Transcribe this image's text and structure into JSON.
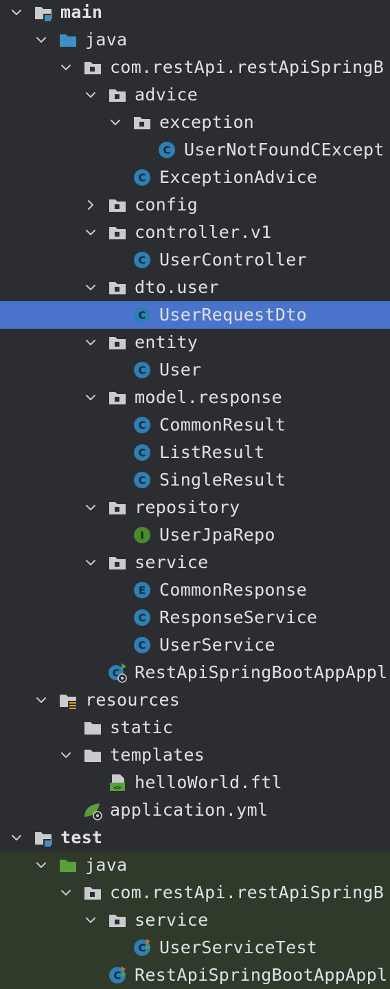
{
  "colors": {
    "background": "#2b2d30",
    "selected_row": "#4a74cc",
    "test_row": "#2f3a2b",
    "text": "#dfe1e5",
    "folder_gray": "#c9cbcf",
    "folder_blue": "#3d8fc6",
    "folder_green": "#5aa03a",
    "class_badge": "#2e7fb3",
    "interface_badge": "#4a8a2e",
    "spring_green": "#5aa03a"
  },
  "tree": [
    {
      "label": "main",
      "icon": "source-root-folder-icon",
      "expanded": true,
      "depth": 0,
      "bold": true
    },
    {
      "label": "java",
      "icon": "java-source-folder-icon",
      "expanded": true,
      "depth": 1
    },
    {
      "label": "com.restApi.restApiSpringB",
      "icon": "package-icon",
      "expanded": true,
      "depth": 2
    },
    {
      "label": "advice",
      "icon": "package-icon",
      "expanded": true,
      "depth": 3
    },
    {
      "label": "exception",
      "icon": "package-icon",
      "expanded": true,
      "depth": 4
    },
    {
      "label": "UserNotFoundCExcept",
      "icon": "class-icon",
      "depth": 5
    },
    {
      "label": "ExceptionAdvice",
      "icon": "class-icon",
      "depth": 4
    },
    {
      "label": "config",
      "icon": "package-icon",
      "expanded": false,
      "depth": 3
    },
    {
      "label": "controller.v1",
      "icon": "package-icon",
      "expanded": true,
      "depth": 3
    },
    {
      "label": "UserController",
      "icon": "class-icon",
      "depth": 4
    },
    {
      "label": "dto.user",
      "icon": "package-icon",
      "expanded": true,
      "depth": 3
    },
    {
      "label": "UserRequestDto",
      "icon": "class-icon",
      "depth": 4,
      "selected": true
    },
    {
      "label": "entity",
      "icon": "package-icon",
      "expanded": true,
      "depth": 3
    },
    {
      "label": "User",
      "icon": "class-icon",
      "depth": 4
    },
    {
      "label": "model.response",
      "icon": "package-icon",
      "expanded": true,
      "depth": 3
    },
    {
      "label": "CommonResult",
      "icon": "class-icon",
      "depth": 4
    },
    {
      "label": "ListResult",
      "icon": "class-icon",
      "depth": 4
    },
    {
      "label": "SingleResult",
      "icon": "class-icon",
      "depth": 4
    },
    {
      "label": "repository",
      "icon": "package-icon",
      "expanded": true,
      "depth": 3
    },
    {
      "label": "UserJpaRepo",
      "icon": "interface-icon",
      "depth": 4
    },
    {
      "label": "service",
      "icon": "package-icon",
      "expanded": true,
      "depth": 3
    },
    {
      "label": "CommonResponse",
      "icon": "enum-icon",
      "depth": 4
    },
    {
      "label": "ResponseService",
      "icon": "class-icon",
      "depth": 4
    },
    {
      "label": "UserService",
      "icon": "class-icon",
      "depth": 4
    },
    {
      "label": "RestApiSpringBootAppAppl",
      "icon": "spring-boot-app-icon",
      "depth": 3
    },
    {
      "label": "resources",
      "icon": "resources-folder-icon",
      "expanded": true,
      "depth": 1
    },
    {
      "label": "static",
      "icon": "folder-icon",
      "depth": 2
    },
    {
      "label": "templates",
      "icon": "folder-icon",
      "expanded": true,
      "depth": 2
    },
    {
      "label": "helloWorld.ftl",
      "icon": "template-file-icon",
      "depth": 3
    },
    {
      "label": "application.yml",
      "icon": "spring-config-icon",
      "depth": 2
    },
    {
      "label": "test",
      "icon": "source-root-folder-icon",
      "expanded": true,
      "depth": 0,
      "bold": true
    },
    {
      "label": "java",
      "icon": "test-source-folder-icon",
      "expanded": true,
      "depth": 1,
      "test": true
    },
    {
      "label": "com.restApi.restApiSpringB",
      "icon": "package-icon",
      "expanded": true,
      "depth": 2,
      "test": true
    },
    {
      "label": "service",
      "icon": "package-icon",
      "expanded": true,
      "depth": 3,
      "test": true
    },
    {
      "label": "UserServiceTest",
      "icon": "test-class-icon",
      "depth": 4,
      "test": true
    },
    {
      "label": "RestApiSpringBootAppAppl",
      "icon": "test-class-icon",
      "depth": 3,
      "test": true
    }
  ]
}
